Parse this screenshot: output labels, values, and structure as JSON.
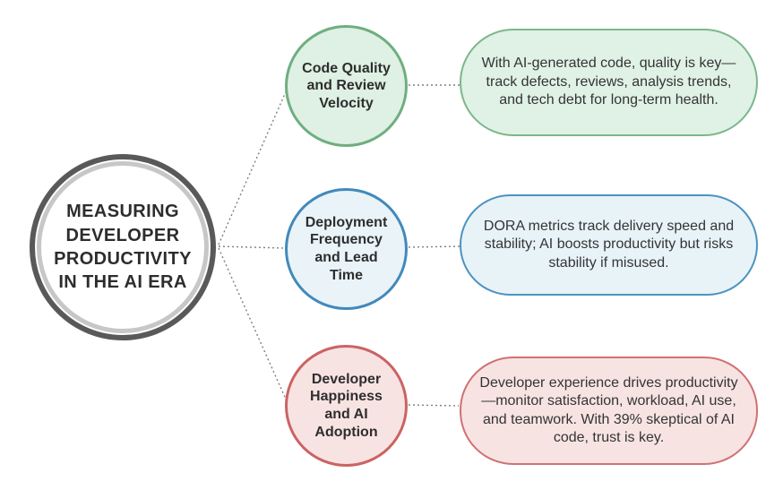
{
  "diagram": {
    "title": "MEASURING DEVELOPER PRODUCTIVITY IN THE AI ERA",
    "style": {
      "hub_outer_ring_color": "#59595b",
      "hub_inner_ring_color": "#c7c7c7",
      "connector_color": "#7f7f7f",
      "connector_style": "dotted",
      "background": "#ffffff"
    },
    "branches": [
      {
        "id": "code-quality",
        "label": "Code Quality and Review Velocity",
        "description": "With AI-generated code, quality is key—track defects, reviews, analysis trends, and tech debt for long-term health.",
        "accent_color": "#6fae80",
        "fill_color": "#dff0e4"
      },
      {
        "id": "deployment-frequency",
        "label": "Deployment Frequency and Lead Time",
        "description": "DORA metrics track delivery speed and stability; AI boosts productivity but risks stability if misused.",
        "accent_color": "#4289bb",
        "fill_color": "#e9f3f8"
      },
      {
        "id": "developer-happiness",
        "label": "Developer Happiness and AI Adoption",
        "description": "Developer experience drives productivity—monitor satisfaction, workload, AI use, and teamwork. With 39% skeptical of AI code, trust is key.",
        "accent_color": "#cb6363",
        "fill_color": "#f8e3e3"
      }
    ]
  }
}
